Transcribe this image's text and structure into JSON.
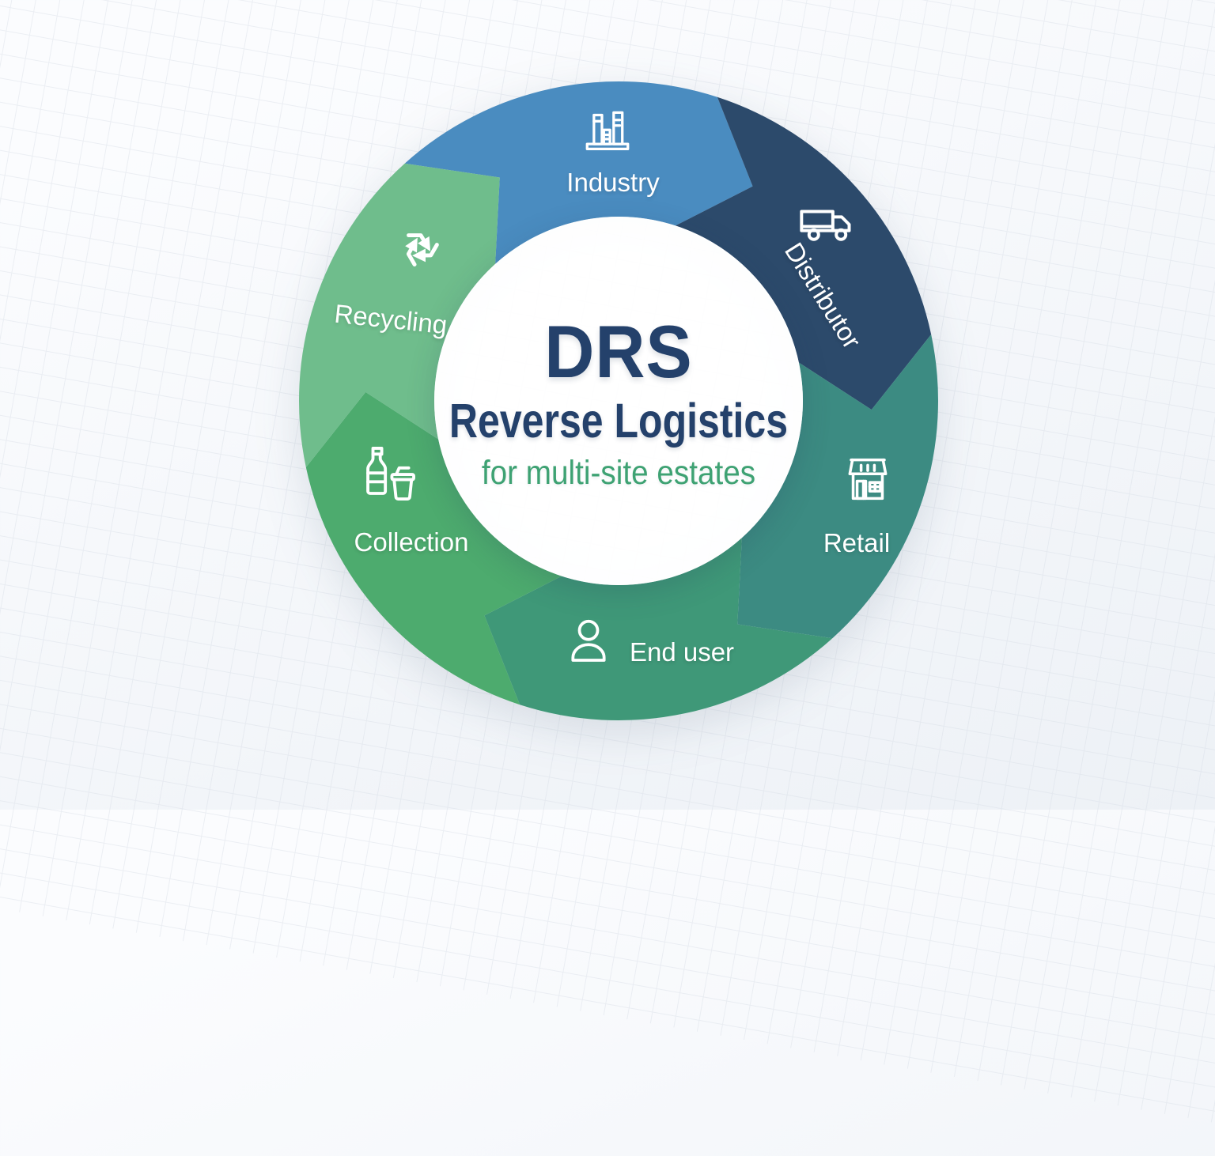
{
  "diagram": {
    "type": "cycle",
    "direction": "clockwise",
    "title_line1": "DRS",
    "title_line2": "Reverse Logistics",
    "subtitle": "for multi-site estates"
  },
  "colors": {
    "title": "#24416B",
    "subtitle": "#3EA273",
    "label": "#FFFFFF",
    "background_top": "#FBFCFE",
    "background_bottom": "#EDF1F6",
    "grid_line": "#D7DDE6"
  },
  "segments": [
    {
      "label": "Industry",
      "icon": "factory-icon",
      "color": "#4A8CC0",
      "angle": 0
    },
    {
      "label": "Distributor",
      "icon": "truck-icon",
      "color": "#2C4A6B",
      "angle": 60
    },
    {
      "label": "Retail",
      "icon": "storefront-icon",
      "color": "#3C8B82",
      "angle": 120
    },
    {
      "label": "End user",
      "icon": "person-icon",
      "color": "#3F9878",
      "angle": 180
    },
    {
      "label": "Collection",
      "icon": "bottle-cup-icon",
      "color": "#4DAB6E",
      "angle": 240
    },
    {
      "label": "Recycling",
      "icon": "recycle-icon",
      "color": "#6FBD8C",
      "angle": 300
    }
  ]
}
